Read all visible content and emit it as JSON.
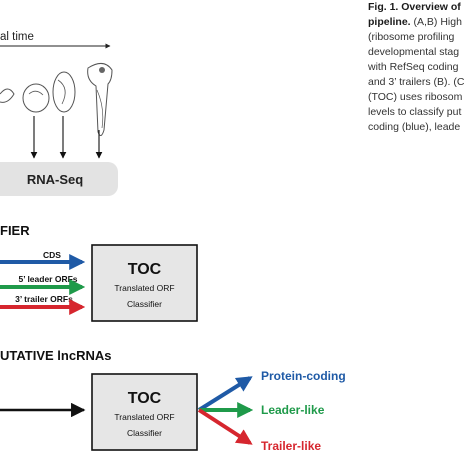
{
  "panel_a": {
    "timeline_label": "al time",
    "seq_box_label": "RNA-Seq"
  },
  "panel_b": {
    "heading": "FIER",
    "classifier_title": "TOC",
    "classifier_subtitle_1": "Translated ORF",
    "classifier_subtitle_2": "Classifier",
    "inputs": [
      {
        "label": "CDS",
        "color": "#1f5aa6"
      },
      {
        "label": "5’ leader ORFs",
        "color": "#1f9a4a"
      },
      {
        "label": "3’ trailer ORFs",
        "color": "#d6262e"
      }
    ]
  },
  "panel_c": {
    "heading": "UTATIVE lncRNAs",
    "classifier_title": "TOC",
    "classifier_subtitle_1": "Translated ORF",
    "classifier_subtitle_2": "Classifier",
    "outputs": [
      {
        "label": "Protein-coding",
        "color": "#1f5aa6"
      },
      {
        "label": "Leader-like",
        "color": "#1f9a4a"
      },
      {
        "label": "Trailer-like",
        "color": "#d6262e"
      }
    ]
  },
  "caption": {
    "title_1": "Fig. 1. Overview of",
    "title_2": "pipeline.",
    "line_1_rest": "(A,B) High",
    "line_2": "(ribosome profiling",
    "line_3": "developmental stag",
    "line_4": "with RefSeq coding",
    "line_5": "and 3’ trailers (B). (C",
    "line_6": "(TOC) uses ribosom",
    "line_7": "levels to classify put",
    "line_8": "coding (blue), leade"
  },
  "colors": {
    "blue": "#1f5aa6",
    "green": "#1f9a4a",
    "red": "#d6262e",
    "box_gray": "#e3e3e3",
    "classifier_fill": "#e6e6e6"
  }
}
